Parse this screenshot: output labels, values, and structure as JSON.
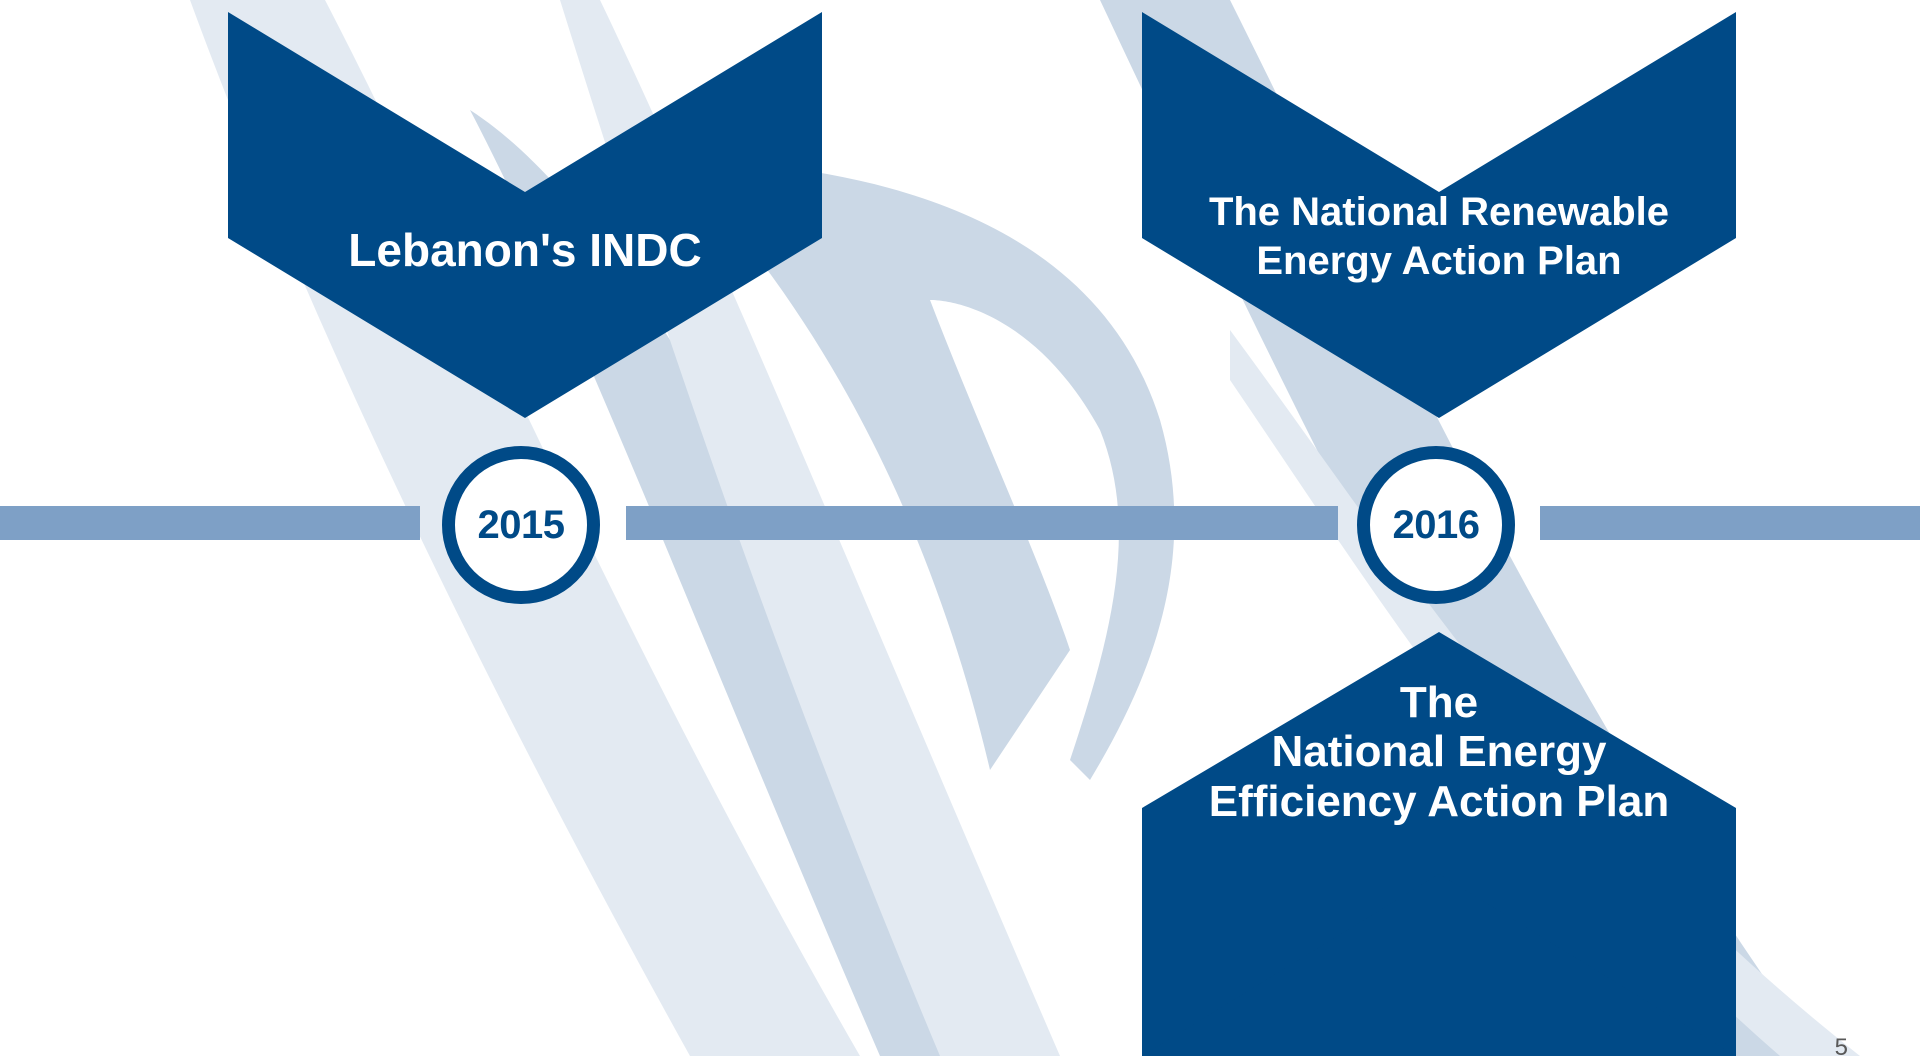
{
  "colors": {
    "primary": "#004a87",
    "timeline": "#7ea0c6",
    "swoosh_light": "#e3eaf2",
    "swoosh_mid": "#cbd8e6",
    "text_on_primary": "#ffffff"
  },
  "milestones": [
    {
      "year": "2015",
      "top_label": "Lebanon's INDC",
      "bottom_label": ""
    },
    {
      "year": "2016",
      "top_label_lines": [
        "The National Renewable",
        "Energy Action Plan"
      ],
      "bottom_label_lines": [
        "The",
        "National Energy",
        "Efficiency Action Plan"
      ]
    }
  ],
  "slide_number": "5"
}
